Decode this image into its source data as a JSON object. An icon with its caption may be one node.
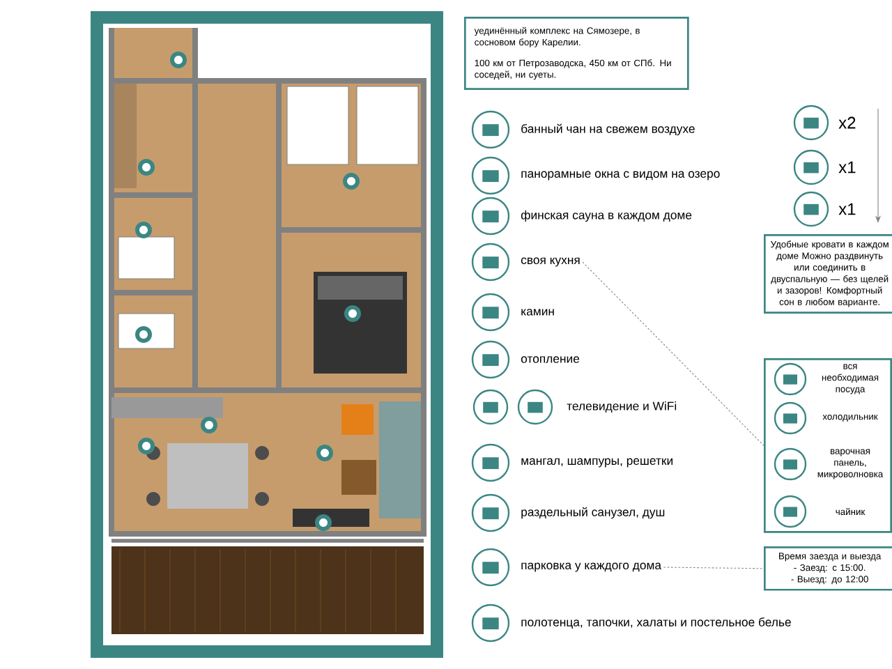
{
  "diagram": {
    "nodes": [
      {
        "text": [
          "уединённый комплекс на Сямозере, в сосновом бору Карелии.",
          "100 км от Петрозаводска, 450 км от СПб. Ни соседей, ни суеты."
        ]
      },
      {
        "text": [
          "банный чан на свежем воздухе"
        ]
      },
      {
        "text": [
          "панорамные окна с видом на озеро"
        ]
      },
      {
        "text": [
          "финская сауна в каждом доме"
        ]
      },
      {
        "text": [
          "своя кухня"
        ]
      },
      {
        "text": [
          "камин"
        ]
      },
      {
        "text": [
          "отопление"
        ]
      },
      {
        "text": [
          "телевидение и WiFi"
        ]
      },
      {
        "text": [
          "мангал, шампуры, решетки"
        ]
      },
      {
        "text": [
          "раздельный санузел, душ"
        ]
      },
      {
        "text": [
          "парковка у каждого дома"
        ]
      },
      {
        "text": [
          "полотенца, тапочки, халаты и постельное белье"
        ]
      },
      {
        "text": [
          "Удобные кровати в каждом доме Можно раздвинуть или соединить в двуспальную — без щелей и зазоров! Комфортный сон в любом варианте."
        ]
      },
      {
        "text": [],
        "shape": "box"
      },
      {
        "text": [
          "вся необходимая посуда"
        ],
        "in": 13
      },
      {
        "text": [
          "холодильник"
        ],
        "in": 13
      },
      {
        "text": [
          "варочная панель, микроволновка"
        ],
        "in": 13
      },
      {
        "text": [
          "чайник"
        ],
        "in": 13
      },
      {
        "text": [
          "Время заезда и выезда",
          "- Заезд: с 15:00.",
          "- Выезд: до 12:00"
        ]
      }
    ],
    "edges": [
      {
        "from": 4,
        "to": 13,
        "arrow": "none",
        "style": "dashed"
      },
      {
        "from": 10,
        "to": 18,
        "arrow": "none",
        "style": "dashed"
      }
    ],
    "labels": [
      "x2",
      "x1",
      "x1"
    ]
  }
}
